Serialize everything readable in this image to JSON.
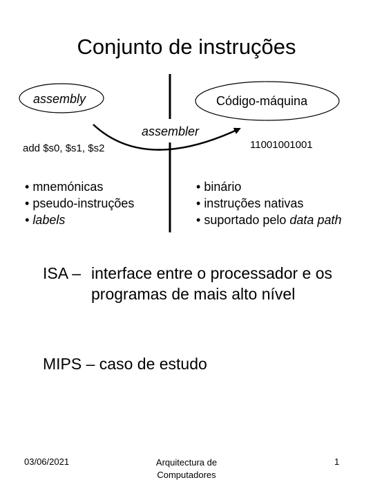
{
  "title": "Conjunto de instruções",
  "diagram": {
    "left_node": "assembly",
    "right_node": "Código-máquina",
    "arrow_label": "assembler",
    "left_example": "add $s0, $s1, $s2",
    "right_example": "11001001001",
    "left_items": [
      "mnemónicas",
      "pseudo-instruções"
    ],
    "left_items_italic": [
      "labels"
    ],
    "right_items": [
      "binário",
      "instruções nativas"
    ],
    "right_last_prefix": "suportado pelo ",
    "right_last_italic": "data path"
  },
  "isa": {
    "label": "ISA –",
    "line1": "interface entre o processador e os",
    "line2": "programas de mais alto nível"
  },
  "mips": "MIPS – caso de estudo",
  "footer": {
    "date": "03/06/2021",
    "course_line1": "Arquitectura de",
    "course_line2": "Computadores",
    "page": "1"
  }
}
